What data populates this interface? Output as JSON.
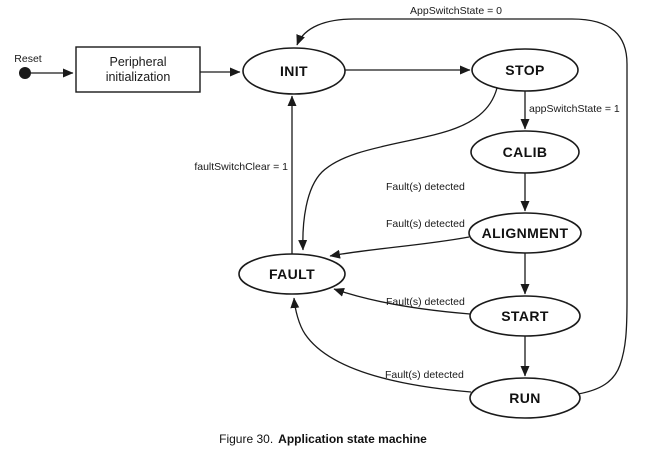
{
  "figure": {
    "caption_prefix": "Figure 30.",
    "caption_title": "Application state machine"
  },
  "diagram": {
    "entry": {
      "reset_label": "Reset"
    },
    "init_block": {
      "line1": "Peripheral",
      "line2": "initialization"
    },
    "states": {
      "init": "INIT",
      "stop": "STOP",
      "calib": "CALIB",
      "alignment": "ALIGNMENT",
      "start": "START",
      "run": "RUN",
      "fault": "FAULT"
    },
    "transition_labels": {
      "app_switch_off": "AppSwitchState = 0",
      "app_switch_on": "appSwitchState = 1",
      "fault_clear": "faultSwitchClear = 1",
      "fault_detected": "Fault(s) detected"
    },
    "colors": {
      "ink": "#1a1a1a",
      "background": "#ffffff"
    }
  }
}
